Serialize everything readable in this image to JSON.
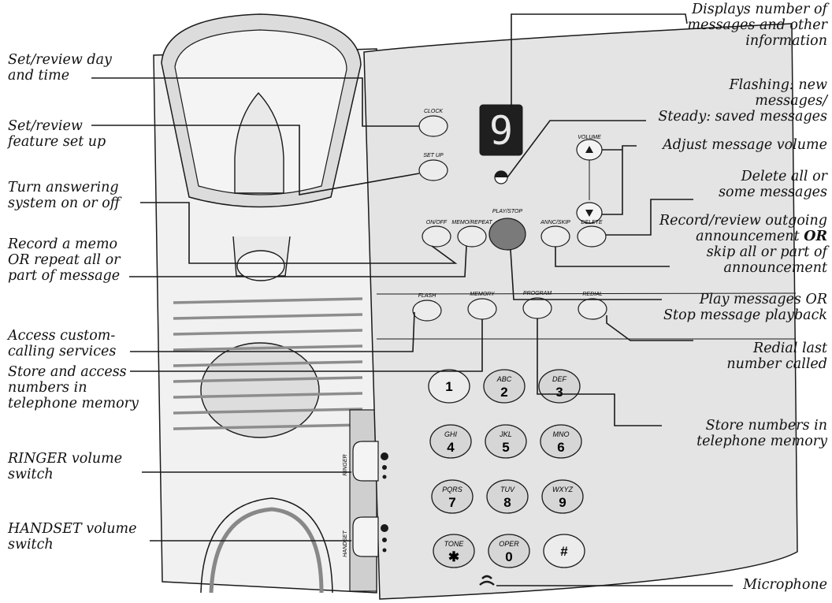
{
  "colors": {
    "body_light": "#f1f1f1",
    "body_panel": "#e2e2e2",
    "outline": "#1a1a1a",
    "button_fill": "#e6e6e6",
    "play_button_fill": "#7a7a7a",
    "display_bg": "#1f1f1f",
    "display_digit": "#e8e8e8"
  },
  "labels": {
    "clock_l1": "Set/review day",
    "clock_l2": "and time",
    "setup_l1": "Set/review",
    "setup_l2": "feature set up",
    "onoff_l1": "Turn answering",
    "onoff_l2": "system on or off",
    "memo_l1": "Record a memo",
    "memo_l2": "OR repeat all or",
    "memo_l3": "part of message",
    "flash_l1": "Access custom-",
    "flash_l2": "calling services",
    "memory_l1": "Store and access",
    "memory_l2": "numbers in",
    "memory_l3": "telephone memory",
    "ringer_l1": "RINGER volume",
    "ringer_l2": "switch",
    "handset_l1": "HANDSET volume",
    "handset_l2": "switch",
    "display_l1": "Displays number of",
    "display_l2": "messages and other",
    "display_l3": "information",
    "indicator_l1": "Flashing: new",
    "indicator_l2": "messages/",
    "indicator_l3": "Steady: saved messages",
    "volume_l1": "Adjust message volume",
    "delete_l1": "Delete all or",
    "delete_l2": "some messages",
    "annc_l1": "Record/review outgoing",
    "annc_l2_pre": "announcement ",
    "annc_l2_em": "OR",
    "annc_l3": "skip all or part of",
    "annc_l4": "announcement",
    "play_l1": "Play messages OR",
    "play_l2": "Stop message playback",
    "redial_l1": "Redial last",
    "redial_l2": "number called",
    "program_l1": "Store numbers in",
    "program_l2": "telephone memory",
    "mic_l1": "Microphone"
  },
  "buttons": {
    "clock": "CLOCK",
    "setup": "SET UP",
    "onoff": "ON/OFF",
    "memo_repeat": "MEMO/REPEAT",
    "play_stop": "PLAY/STOP",
    "annc_skip": "ANNC/SKIP",
    "delete": "DELETE",
    "volume": "VOLUME",
    "flash": "FLASH",
    "memory": "MEMORY",
    "program": "PROGRAM",
    "redial": "REDIAL",
    "ringer": "RINGER",
    "handset": "HANDSET"
  },
  "display": {
    "digit": "9"
  },
  "keypad": [
    {
      "sub": "",
      "main": "1"
    },
    {
      "sub": "ABC",
      "main": "2"
    },
    {
      "sub": "DEF",
      "main": "3"
    },
    {
      "sub": "GHI",
      "main": "4"
    },
    {
      "sub": "JKL",
      "main": "5"
    },
    {
      "sub": "MNO",
      "main": "6"
    },
    {
      "sub": "PQRS",
      "main": "7"
    },
    {
      "sub": "TUV",
      "main": "8"
    },
    {
      "sub": "WXYZ",
      "main": "9"
    },
    {
      "sub": "TONE",
      "main": "✱"
    },
    {
      "sub": "OPER",
      "main": "0"
    },
    {
      "sub": "",
      "main": "#"
    }
  ]
}
